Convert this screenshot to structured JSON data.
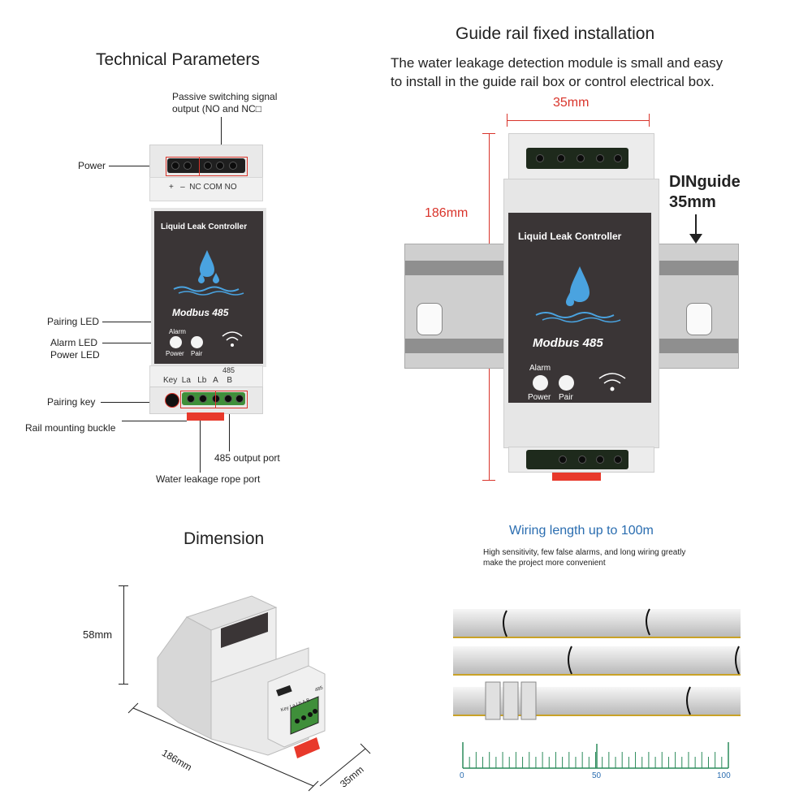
{
  "technical": {
    "title": "Technical Parameters",
    "labels": {
      "passive_line1": "Passive switching signal",
      "passive_line2": "output (NO and NC□",
      "power": "Power",
      "pairing_led": "Pairing LED",
      "alarm_led": "Alarm LED",
      "power_led": "Power LED",
      "pairing_key": "Pairing key",
      "rail_buckle": "Rail mounting buckle",
      "output_485": "485 output port",
      "rope_port": "Water leakage rope port"
    },
    "device": {
      "terminals_top": "+   –  NC COM NO",
      "name": "Liquid Leak Controller",
      "modbus": "Modbus",
      "modbus_num": "485",
      "alarm": "Alarm",
      "power": "Power",
      "pair": "Pair",
      "bottom_labels": "Key  La   Lb   A    B",
      "bottom_485": "485"
    }
  },
  "guide": {
    "title": "Guide rail fixed installation",
    "desc_line1": "The water leakage detection module is small and easy",
    "desc_line2": "to install in the guide rail box or control electrical box.",
    "width_label": "35mm",
    "height_label": "186mm",
    "din_label1": "DINguide",
    "din_label2": "35mm",
    "device": {
      "name": "Liquid Leak Controller",
      "modbus": "Modbus",
      "modbus_num": "485",
      "alarm": "Alarm",
      "power": "Power",
      "pair": "Pair"
    }
  },
  "dimension": {
    "title": "Dimension",
    "height": "58mm",
    "length": "186mm",
    "width": "35mm",
    "side_labels": "Key La Lb A B",
    "side_485": "485"
  },
  "wiring": {
    "title": "Wiring length up to 100m",
    "desc_line1": "High sensitivity, few false alarms, and long wiring greatly",
    "desc_line2": "make the project more convenient",
    "scale": [
      "0",
      "50",
      "100"
    ]
  },
  "colors": {
    "red_dimension": "#d9342b",
    "blue_title": "#2a6db0",
    "device_face": "#3a3536",
    "scale_green": "#2a8a5a",
    "rope_yellow": "#c9a227"
  }
}
